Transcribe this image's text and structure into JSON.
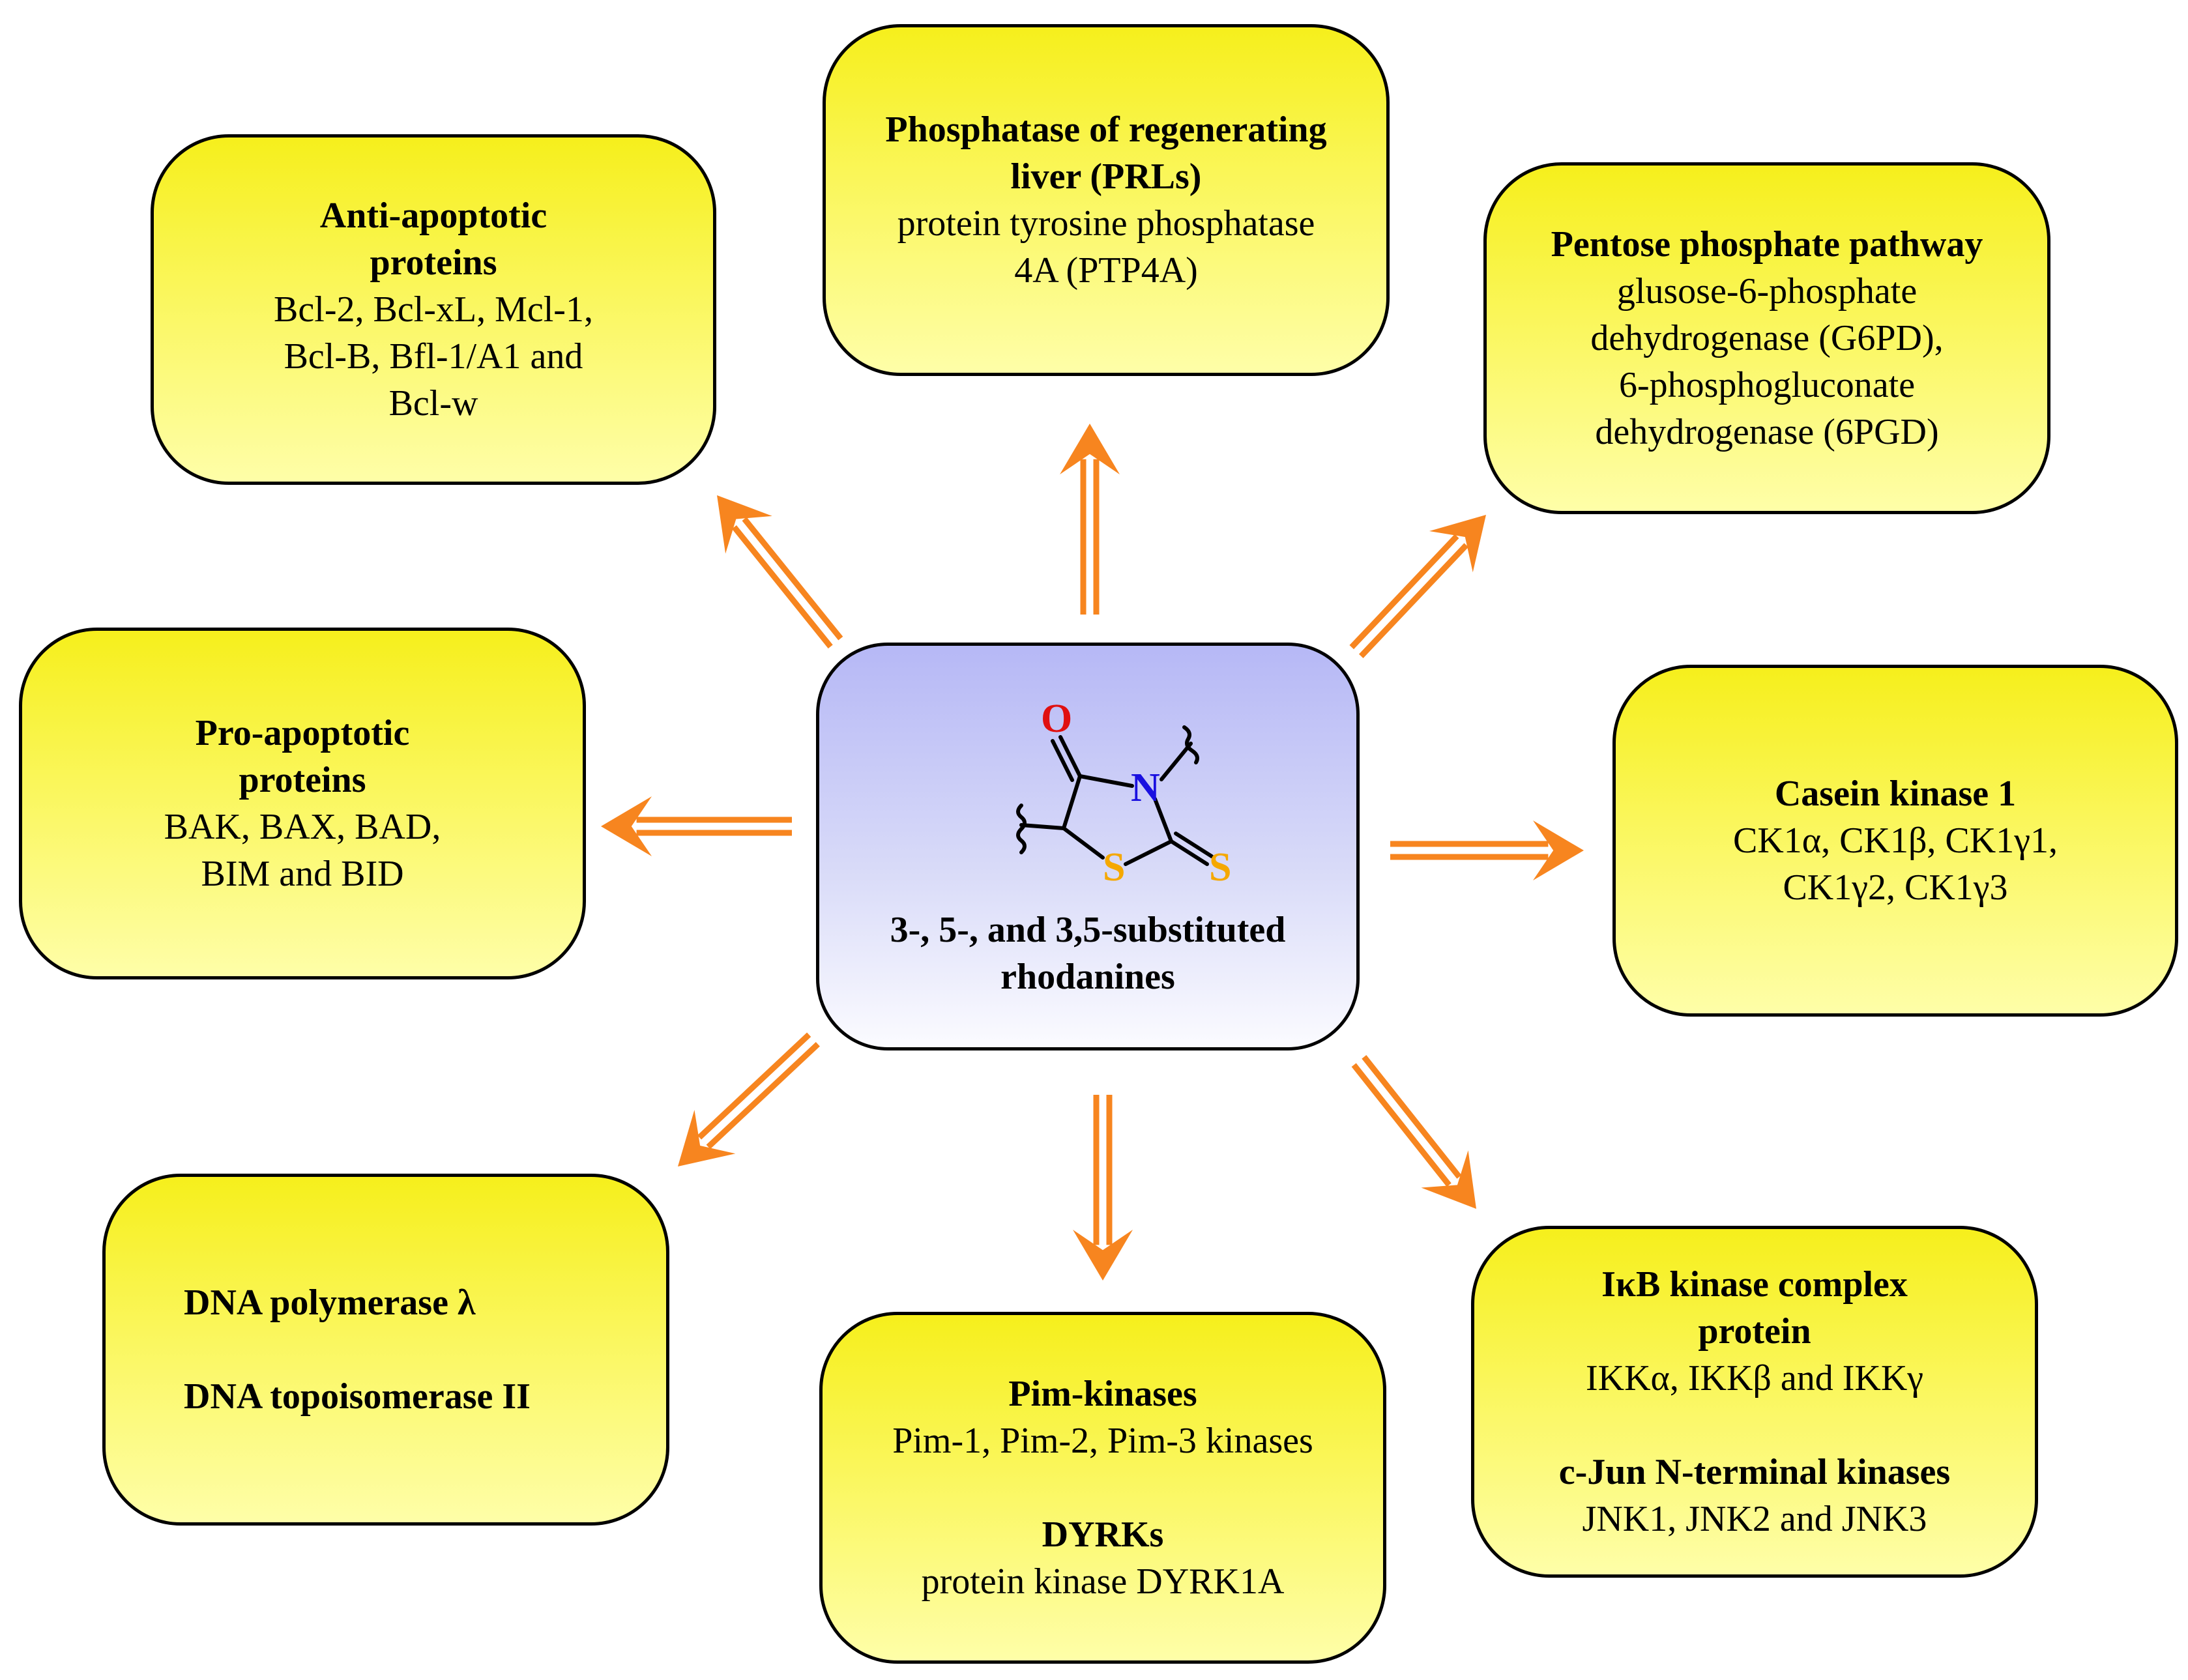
{
  "center": {
    "atoms": {
      "oxygen": "O",
      "nitrogen": "N",
      "sulfur_ring": "S",
      "sulfur_thione": "S"
    },
    "label_line1": "3-, 5-, and 3,5-substituted",
    "label_line2": "rhodanines",
    "colors": {
      "oxygen": "#e01010",
      "nitrogen": "#1a10e0",
      "sulfur": "#f5a800",
      "fill_top": "#b6b8f6"
    }
  },
  "arrow_color": "#f7851f",
  "box_fill_color": "#f6ef1c",
  "boxes": {
    "anti_apoptotic": {
      "title1": "Anti-apoptotic",
      "title2": "proteins",
      "line1": "Bcl-2, Bcl-xL, Mcl-1,",
      "line2": "Bcl-B, Bfl-1/A1 and",
      "line3": "Bcl-w"
    },
    "prl": {
      "title1": "Phosphatase of regenerating",
      "title2": "liver (PRLs)",
      "line1": "protein tyrosine phosphatase",
      "line2": "4A (PTP4A)"
    },
    "pentose": {
      "title1": "Pentose phosphate pathway",
      "line1": "glusose-6-phosphate",
      "line2": "dehydrogenase (G6PD),",
      "line3": "6-phosphogluconate",
      "line4": "dehydrogenase (6PGD)"
    },
    "pro_apoptotic": {
      "title1": "Pro-apoptotic",
      "title2": "proteins",
      "line1": "BAK, BAX, BAD,",
      "line2": "BIM and BID"
    },
    "casein": {
      "title1": "Casein kinase 1",
      "line1": "CK1α, CK1β, CK1γ1,",
      "line2": "CK1γ2, CK1γ3"
    },
    "dna": {
      "title1": "DNA polymerase λ",
      "title2": "DNA topoisomerase II"
    },
    "pim": {
      "title1": "Pim-kinases",
      "line1": "Pim-1, Pim-2, Pim-3 kinases",
      "title2": "DYRKs",
      "line2": "protein kinase DYRK1A"
    },
    "ikb": {
      "title1": "IκB kinase complex",
      "title2": "protein",
      "line1": "IKKα, IKKβ and IKKγ",
      "title3": "c-Jun N-terminal kinases",
      "line2": "JNK1, JNK2 and JNK3"
    }
  }
}
